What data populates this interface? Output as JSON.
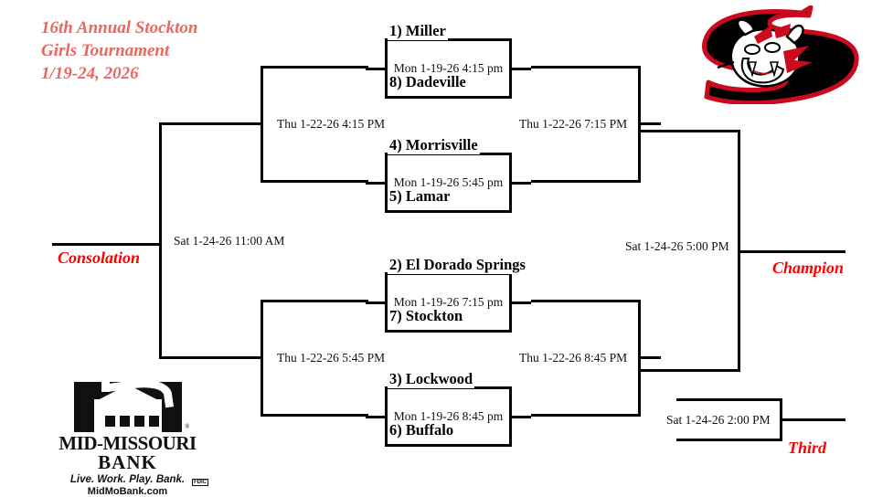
{
  "tournament": {
    "title_line1": "16th Annual Stockton",
    "title_line2": "Girls Tournament",
    "title_line3": "1/19-24, 2026",
    "title_color": "#e8685f"
  },
  "logos": {
    "school_logo_name": "stockton-tigers-s-logo",
    "sponsor": {
      "name_line1": "MID-MISSOURI",
      "name_line2": "BANK",
      "tagline": "Live. Work. Play. Bank.",
      "url": "MidMoBank.com",
      "fdic": "FDIC",
      "registered_mark": "®"
    }
  },
  "round1": {
    "games": [
      {
        "id": "game-1",
        "top_team": "1)  Miller",
        "bottom_team": "8)  Dadeville",
        "time": "Mon 1-19-26  4:15 pm"
      },
      {
        "id": "game-2",
        "top_team": "4) Morrisville",
        "bottom_team": "5)  Lamar",
        "time": "Mon 1-19-26  5:45 pm"
      },
      {
        "id": "game-3",
        "top_team": "2) El Dorado Springs",
        "bottom_team": "7)  Stockton",
        "time": "Mon 1-19-26  7:15 pm"
      },
      {
        "id": "game-4",
        "top_team": "3)  Lockwood",
        "bottom_team": "6)  Buffalo",
        "time": "Mon 1-19-26  8:45 pm"
      }
    ]
  },
  "semifinals": {
    "consolation_upper": "Thu 1-22-26  4:15 PM",
    "championship_upper": "Thu 1-22-26  7:15 PM",
    "consolation_lower": "Thu 1-22-26 5:45 PM",
    "championship_lower": "Thu 1-22-26  8:45 PM"
  },
  "finals": {
    "consolation_time": "Sat 1-24-26  11:00  AM",
    "consolation_label": "Consolation",
    "championship_time": "Sat 1-24-26   5:00 PM",
    "championship_label": "Champion",
    "third_time": "Sat 1-24-26  2:00 PM",
    "third_label": "Third",
    "label_color": "#ff0000"
  }
}
